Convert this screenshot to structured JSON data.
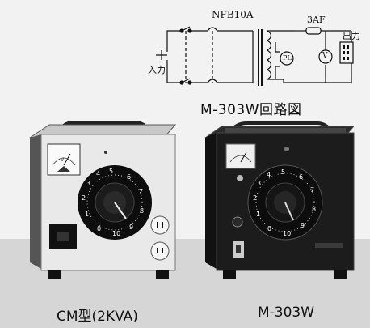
{
  "circuit": {
    "breaker_label": "NFB10A",
    "fuse_label": "3AF",
    "output_label": "出力",
    "input_label": "入力",
    "pilot_lamp_label": "PL",
    "voltmeter_label": "V",
    "title": "M-303W回路図"
  },
  "units": {
    "left_caption": "CM型(2KVA)",
    "right_caption": "M-303W",
    "left_meter_letter": "V",
    "left_dial_numbers": [
      "0",
      "1",
      "2",
      "3",
      "4",
      "5",
      "6",
      "7",
      "8",
      "9",
      "10"
    ],
    "right_dial_numbers": [
      "0",
      "1",
      "2",
      "3",
      "4",
      "5",
      "6",
      "7",
      "8",
      "9",
      "10"
    ]
  },
  "colors": {
    "background": "#f2f2f2",
    "floor": "#d6d6d6",
    "left_case": "#e9e9e9",
    "left_side": "#555555",
    "right_case": "#1c1c1c",
    "dial_black": "#0d0d0d"
  }
}
